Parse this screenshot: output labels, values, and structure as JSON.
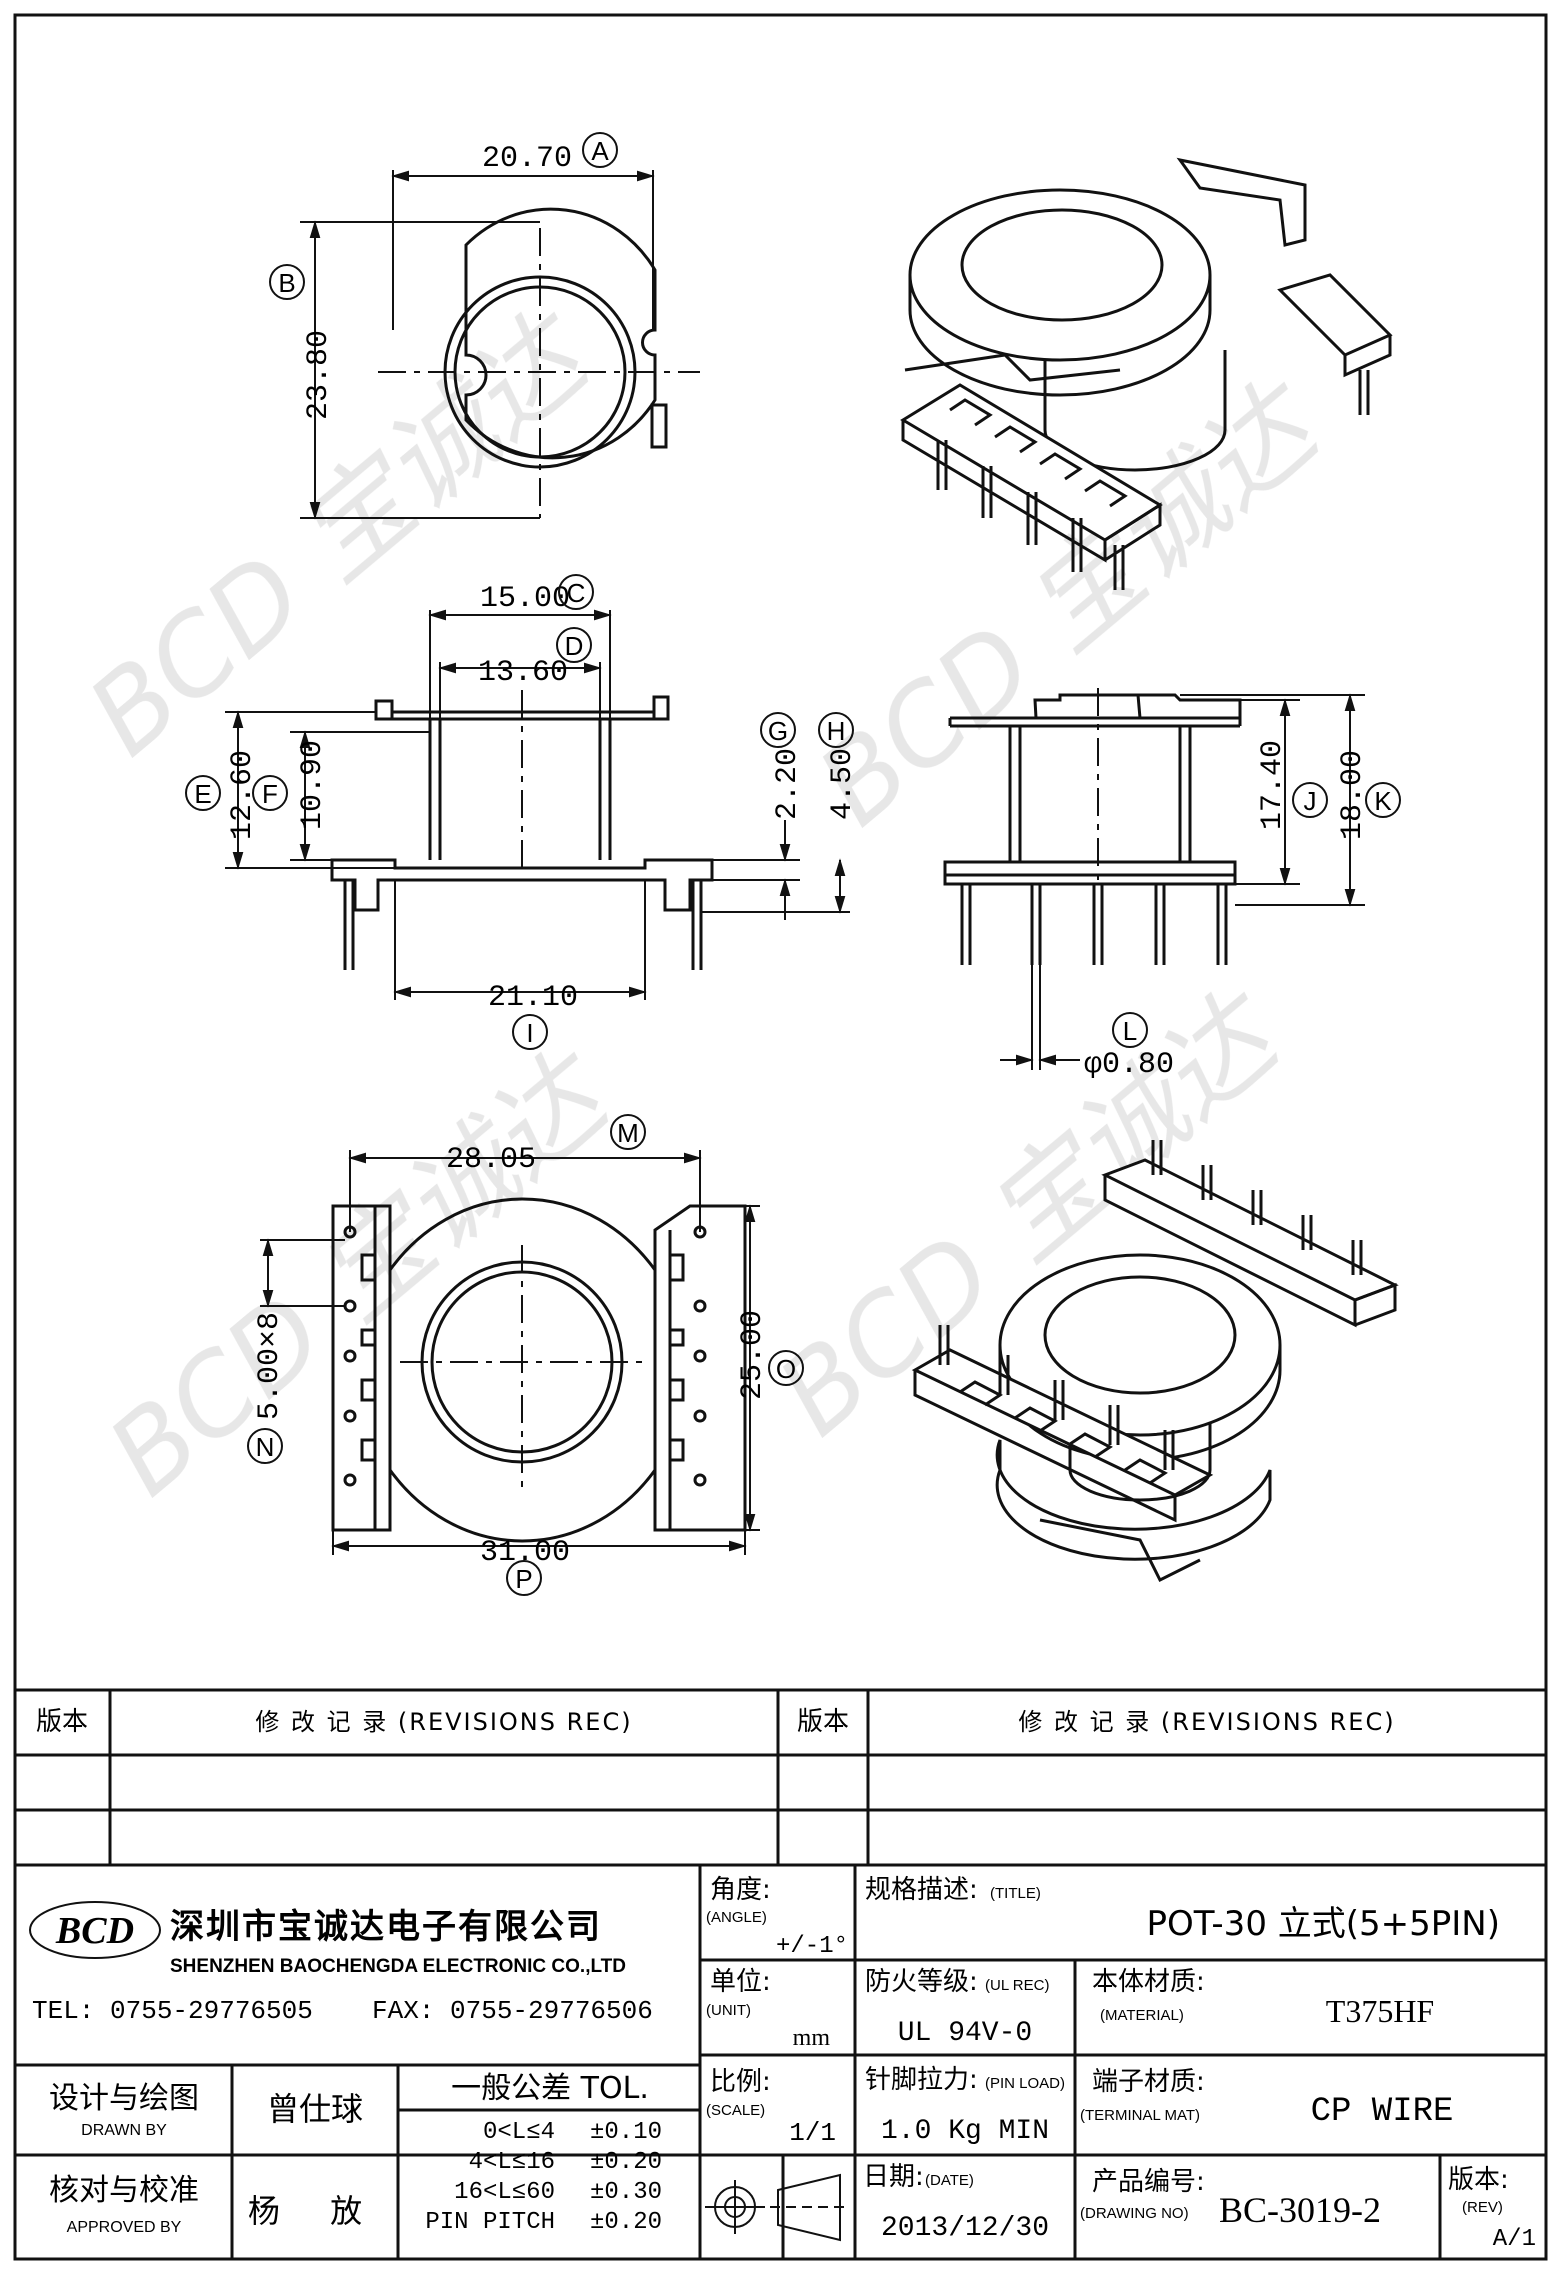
{
  "dims": {
    "A": {
      "label": "A",
      "value": "20.70"
    },
    "B": {
      "label": "B",
      "value": "23.80"
    },
    "C": {
      "label": "C",
      "value": "15.00"
    },
    "D": {
      "label": "D",
      "value": "13.60"
    },
    "E": {
      "label": "E",
      "value": "12.60"
    },
    "F": {
      "label": "F",
      "value": "10.90"
    },
    "G": {
      "label": "G",
      "value": "2.20"
    },
    "H": {
      "label": "H",
      "value": "4.50"
    },
    "I": {
      "label": "I",
      "value": "21.10"
    },
    "J": {
      "label": "J",
      "value": "17.40"
    },
    "K": {
      "label": "K",
      "value": "18.00"
    },
    "L": {
      "label": "L",
      "value": "φ0.80"
    },
    "M": {
      "label": "M",
      "value": "28.05"
    },
    "N": {
      "label": "N",
      "value": "5.00×8"
    },
    "O": {
      "label": "O",
      "value": "25.00"
    },
    "P": {
      "label": "P",
      "value": "31.00"
    }
  },
  "watermark": {
    "text": "BCD 宝诚达"
  },
  "revisions": {
    "col_version": "版本",
    "col_record": "修 改 记 录 (REVISIONS REC)"
  },
  "company": {
    "logo": "BCD",
    "name_cn": "深圳市宝诚达电子有限公司",
    "name_en": "SHENZHEN BAOCHENGDA ELECTRONIC CO.,LTD",
    "tel": "TEL: 0755-29776505",
    "fax": "FAX: 0755-29776506"
  },
  "title_block": {
    "angle_label": "角度:",
    "angle_label_en": "(ANGLE)",
    "angle_value": "+/-1°",
    "title_label": "规格描述:",
    "title_label_en": "(TITLE)",
    "title_value": "POT-30 立式(5+5PIN)",
    "unit_label": "单位:",
    "unit_label_en": "(UNIT)",
    "unit_value": "mm",
    "fire_label": "防火等级:",
    "fire_label_en": "(UL REC)",
    "fire_value": "UL 94V-0",
    "material_label": "本体材质:",
    "material_label_en": "(MATERIAL)",
    "material_value": "T375HF",
    "scale_label": "比例:",
    "scale_label_en": "(SCALE)",
    "scale_value": "1/1",
    "pinload_label": "针脚拉力:",
    "pinload_label_en": "(PIN LOAD)",
    "pinload_value": "1.0 Kg MIN",
    "terminal_label": "端子材质:",
    "terminal_label_en": "(TERMINAL MAT)",
    "terminal_value": "CP WIRE",
    "date_label": "日期:",
    "date_label_en": "(DATE)",
    "date_value": "2013/12/30",
    "drawing_label": "产品编号:",
    "drawing_label_en": "(DRAWING NO)",
    "drawing_value": "BC-3019-2",
    "rev_label": "版本:",
    "rev_label_en": "(REV)",
    "rev_value": "A/1",
    "drawn_label": "设计与绘图",
    "drawn_label_en": "DRAWN BY",
    "drawn_value": "曾仕球",
    "approved_label": "核对与校准",
    "approved_label_en": "APPROVED BY",
    "approved_value": "杨 放",
    "tol_title": "一般公差 TOL.",
    "tolerances": [
      {
        "range": "0<L≤4",
        "value": "±0.10"
      },
      {
        "range": "4<L≤16",
        "value": "±0.20"
      },
      {
        "range": "16<L≤60",
        "value": "±0.30"
      },
      {
        "range": "PIN PITCH",
        "value": "±0.20"
      }
    ]
  }
}
